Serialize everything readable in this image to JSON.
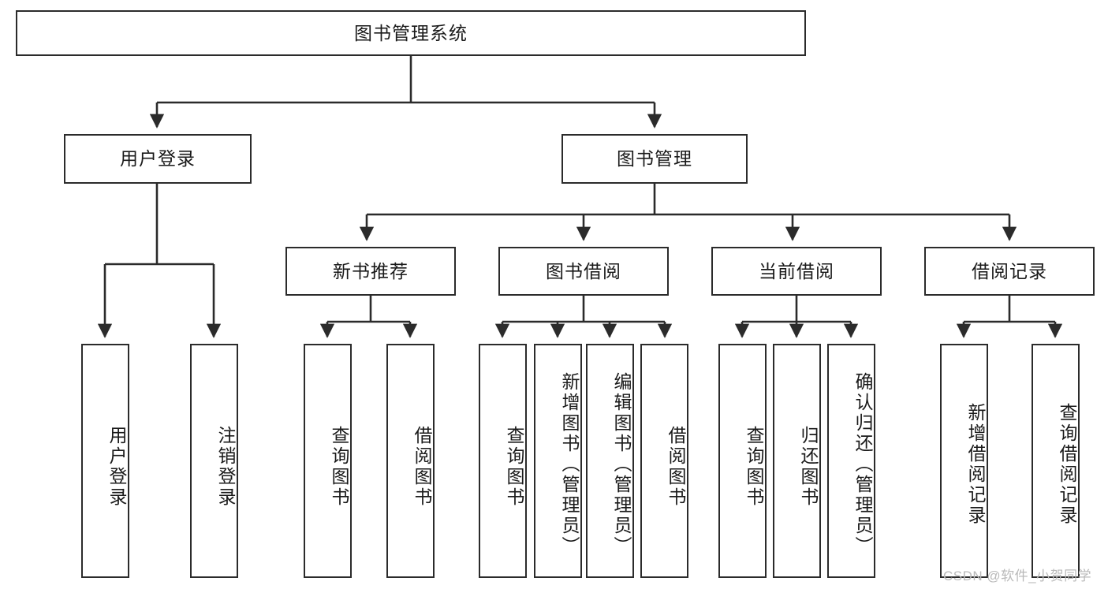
{
  "diagram": {
    "title": "图书管理系统",
    "type": "hierarchy-tree",
    "levels": 4,
    "stroke_color": "#2b2b2b",
    "fill_color": "#ffffff",
    "text_color": "#1a1a1a"
  },
  "nodes": {
    "root": {
      "label": "图书管理系统"
    },
    "level2": [
      {
        "label": "用户登录"
      },
      {
        "label": "图书管理"
      }
    ],
    "level3": [
      {
        "label": "新书推荐"
      },
      {
        "label": "图书借阅"
      },
      {
        "label": "当前借阅"
      },
      {
        "label": "借阅记录"
      }
    ],
    "login_leaves": [
      {
        "label": "用户登录"
      },
      {
        "label": "注销登录"
      }
    ],
    "recommend_leaves": [
      {
        "label": "查询图书"
      },
      {
        "label": "借阅图书"
      }
    ],
    "borrow_leaves": [
      {
        "label": "查询图书"
      },
      {
        "label": "新增图书（管理员）"
      },
      {
        "label": "编辑图书（管理员）"
      },
      {
        "label": "借阅图书"
      }
    ],
    "current_leaves": [
      {
        "label": "查询图书"
      },
      {
        "label": "归还图书"
      },
      {
        "label": "确认归还（管理员）"
      }
    ],
    "record_leaves": [
      {
        "label": "新增借阅记录"
      },
      {
        "label": "查询借阅记录"
      }
    ]
  },
  "watermark": {
    "text": "CSDN @软件_小贺同学"
  }
}
